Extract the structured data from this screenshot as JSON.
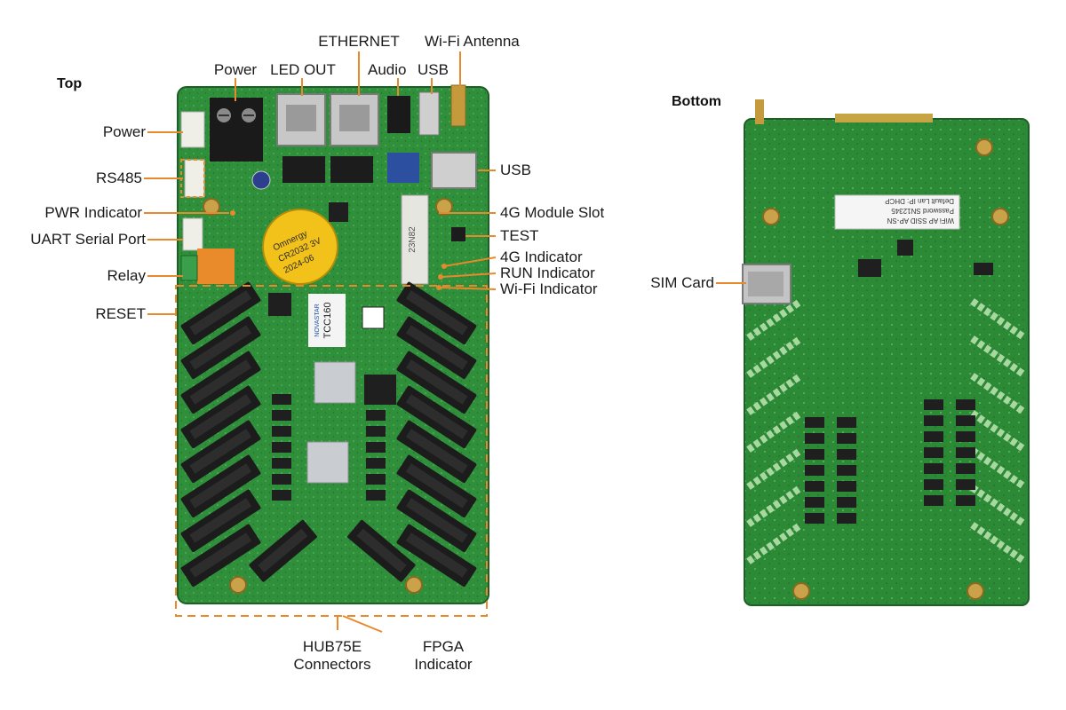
{
  "sides": {
    "top": "Top",
    "bottom": "Bottom"
  },
  "labels": {
    "power_top": "Power",
    "led_out": "LED OUT",
    "ethernet": "ETHERNET",
    "audio": "Audio",
    "usb_top": "USB",
    "wifi_antenna": "Wi-Fi Antenna",
    "power_left": "Power",
    "rs485": "RS485",
    "pwr_indicator": "PWR Indicator",
    "uart": "UART Serial Port",
    "relay": "Relay",
    "reset": "RESET",
    "usb_right": "USB",
    "module_4g_slot": "4G Module Slot",
    "test": "TEST",
    "indicator_4g": "4G Indicator",
    "run_indicator": "RUN Indicator",
    "wifi_indicator": "Wi-Fi Indicator",
    "hub75e_line1": "HUB75E",
    "hub75e_line2": "Connectors",
    "fpga_line1": "FPGA",
    "fpga_line2": "Indicator",
    "sim_card": "SIM Card"
  },
  "board_print": {
    "model": "TCC160",
    "brand": "NOVASTAR",
    "chip": "23N82",
    "battery_line1": "Omnergy",
    "battery_line2": "CR2032 3V",
    "battery_line3": "2024-06",
    "sticker_line1": "WiFi AP SSID   AP-SN",
    "sticker_line2": "Password     SN12345",
    "sticker_line3": "Default Lan IP: DHCP"
  },
  "colors": {
    "pcb": "#2f8f3a",
    "pcb_dark": "#1f6e2a",
    "callout": "#e8892b",
    "connector": "#1c1c1c"
  }
}
